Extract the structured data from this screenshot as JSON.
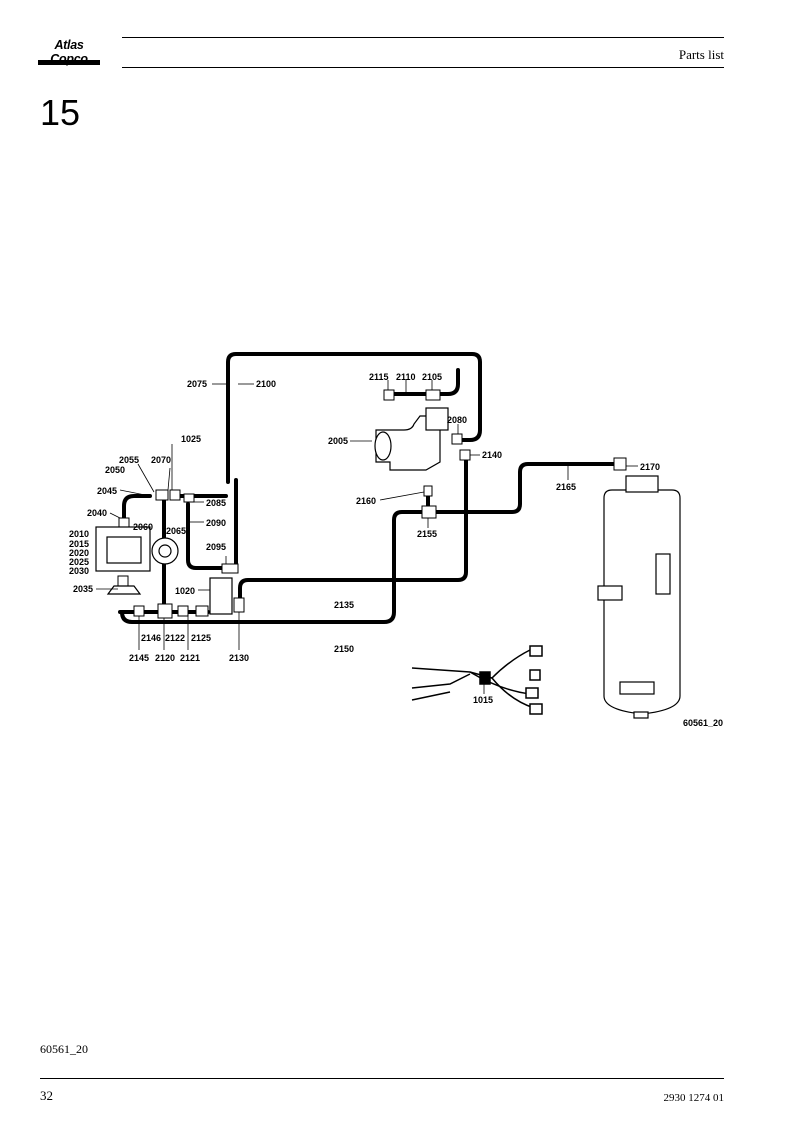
{
  "header": {
    "logo_text": "Atlas Copco",
    "title": "Parts list"
  },
  "section": {
    "number": "15"
  },
  "diagram": {
    "labels": {
      "l2075": "2075",
      "l2100": "2100",
      "l1025": "1025",
      "l2055": "2055",
      "l2070": "2070",
      "l2050": "2050",
      "l2045": "2045",
      "l2040": "2040",
      "l2060": "2060",
      "l2065": "2065",
      "l2085": "2085",
      "l2090": "2090",
      "l2010": "2010",
      "l2015": "2015",
      "l2020": "2020",
      "l2025": "2025",
      "l2030": "2030",
      "l2035": "2035",
      "l2095": "2095",
      "l1020": "1020",
      "l2146": "2146",
      "l2122": "2122",
      "l2125": "2125",
      "l2145": "2145",
      "l2120": "2120",
      "l2121": "2121",
      "l2130": "2130",
      "l2135": "2135",
      "l2150": "2150",
      "l2115": "2115",
      "l2110": "2110",
      "l2105": "2105",
      "l2080": "2080",
      "l2005": "2005",
      "l2140": "2140",
      "l2160": "2160",
      "l2155": "2155",
      "l2165": "2165",
      "l2170": "2170",
      "l1015": "1015"
    },
    "figure_code": "60561_20"
  },
  "footer": {
    "figure_id": "60561_20",
    "page_number": "32",
    "doc_number": "2930 1274 01"
  }
}
